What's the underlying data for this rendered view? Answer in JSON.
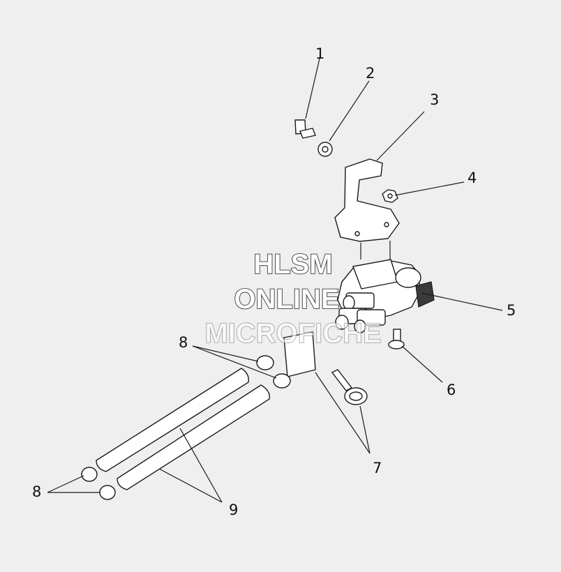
{
  "callouts": [
    "1",
    "2",
    "3",
    "4",
    "5",
    "6",
    "7",
    "8",
    "8",
    "9"
  ],
  "watermark": {
    "line1": "HLSM",
    "line2": "ONLINE",
    "line3": "MICROFICHE"
  }
}
